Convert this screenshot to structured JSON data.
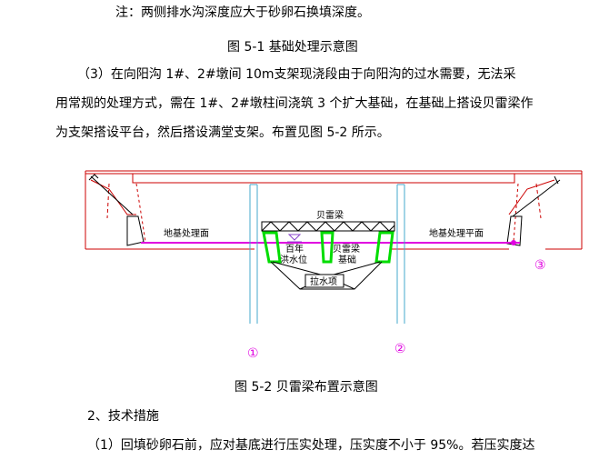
{
  "doc": {
    "note": "注：两侧排水沟深度应大于砂卵石换填深度。",
    "fig1_caption": "图 5-1   基础处理示意图",
    "para1_line1": "（3）在向阳沟 1#、2#墩间 10m支架现浇段由于向阳沟的过水需要，无法采",
    "para1_line2": "用常规的处理方式，需在 1#、2#墩柱间浇筑 3 个扩大基础，在基础上搭设贝雷梁作",
    "para1_line3": "为支架搭设平台，然后搭设满堂支架。布置见图 5-2 所示。",
    "fig2_caption": "图 5-2   贝雷梁布置示意图",
    "section2_heading": "2、技术措施",
    "para2_line1": "（1）回填砂卵石前，应对基底进行压实处理，压实度不小于 95%。若压实度达"
  },
  "figure": {
    "label_left_ground": "地基处理面",
    "label_right_ground": "地基处理平面",
    "label_beam": "贝雷梁",
    "label_flood_1": "百年",
    "label_flood_2": "洪水位",
    "label_found_1": "贝雷梁",
    "label_found_2": "基础",
    "label_crossbrace": "拉水项",
    "pier1": "①",
    "pier2": "②",
    "pier3": "③"
  },
  "colors": {
    "outline": "#cc0000",
    "ground": "#e000e0",
    "foundation": "#00dd00",
    "pile": "#44aacc",
    "text": "#000000"
  }
}
